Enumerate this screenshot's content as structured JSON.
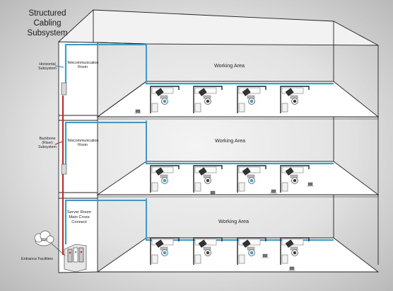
{
  "title_lines": [
    "Structured",
    "Cabling",
    "Subsystem"
  ],
  "labels": {
    "horizontal": [
      "Horizontal",
      "Subsystem"
    ],
    "backbone": [
      "Backbone",
      "(Riser)",
      "Subsystem"
    ],
    "telecom_room": [
      "Telecommunication",
      "Room"
    ],
    "working_area": "Working Area",
    "server_room": [
      "Server Room",
      "Main Cross",
      "Connect"
    ],
    "isp": "ISP",
    "entrance": "Entrance Facilities"
  },
  "floors": [
    "top",
    "middle",
    "bottom"
  ],
  "colors": {
    "horizontal_cable": "#2a9fd8",
    "backbone_cable": "#d42020",
    "outline": "#222222",
    "floor": "#ffffff"
  },
  "icons": [
    "cloud-icon",
    "server-rack-icon",
    "patch-panel-icon",
    "workstation-icon",
    "chair-icon",
    "printer-icon"
  ]
}
